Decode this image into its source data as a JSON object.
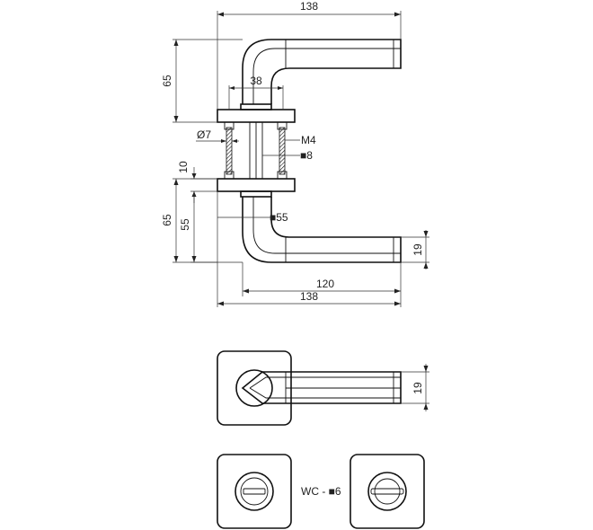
{
  "dimensions": {
    "top_width": "138",
    "bottom_width": "138",
    "inner_width": "120",
    "height_upper": "65",
    "height_lower": "65",
    "height_55": "55",
    "rose_gap": "10",
    "rose_width": "38",
    "screw_dia": "Ø7",
    "thread": "M4",
    "spindle": "■8",
    "rose_square": "■55",
    "lever_thickness_side": "19",
    "lever_thickness_top": "19"
  },
  "labels": {
    "wc": "WC - ■6"
  }
}
